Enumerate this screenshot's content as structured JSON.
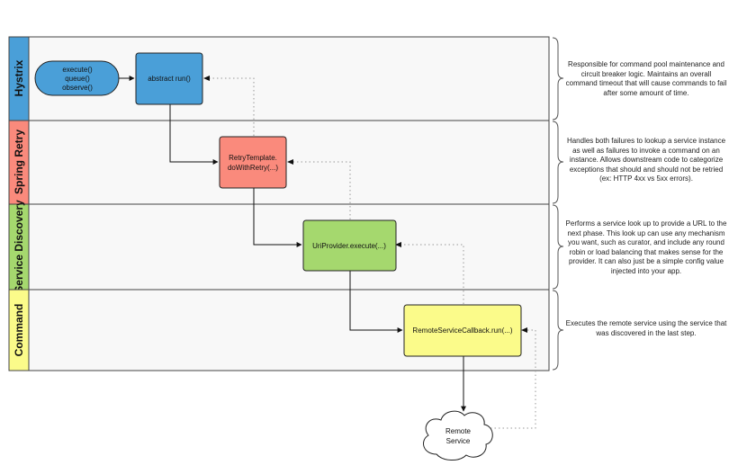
{
  "lanes": [
    {
      "id": "hystrix",
      "label": "Hystrix",
      "color": "#4a9fd8",
      "description": "Responsible for command pool maintenance and circuit breaker logic. Maintains an overall command timeout that will cause commands to fail after some amount of time."
    },
    {
      "id": "spring-retry",
      "label": "Spring Retry",
      "color": "#fa8a7c",
      "description": "Handles both failures to lookup a service instance as well as failures to invoke a command on an instance. Allows downstream code to categorize exceptions that should and should not be retried (ex: HTTP 4xx vs 5xx errors)."
    },
    {
      "id": "service-discovery",
      "label": "Service Discovery",
      "color": "#a5d86e",
      "description": "Performs a service look up to provide a URL to the next phase. This look up can use any mechanism you want, such as curator, and include any round robin or load balancing that makes sense for the provider. It can also just be a simple config value injected into your app."
    },
    {
      "id": "command",
      "label": "Command",
      "color": "#fbfb8a",
      "description": "Executes the remote service using the service that was discovered in the last step."
    }
  ],
  "nodes": {
    "entry": {
      "lines": [
        "execute()",
        "queue()",
        "observe()"
      ],
      "color": "#4a9fd8"
    },
    "abstract_run": {
      "lines": [
        "abstract run()"
      ],
      "color": "#4a9fd8"
    },
    "retry_template": {
      "lines": [
        "RetryTemplate.",
        "doWithRetry(...)"
      ],
      "color": "#fa8a7c"
    },
    "uri_provider": {
      "lines": [
        "UriProvider.execute(...)"
      ],
      "color": "#a5d86e"
    },
    "remote_callback": {
      "lines": [
        "RemoteServiceCallback.run(...)"
      ],
      "color": "#fbfb8a"
    },
    "remote_service": {
      "lines": [
        "Remote",
        "Service"
      ],
      "color": "#ffffff"
    }
  }
}
